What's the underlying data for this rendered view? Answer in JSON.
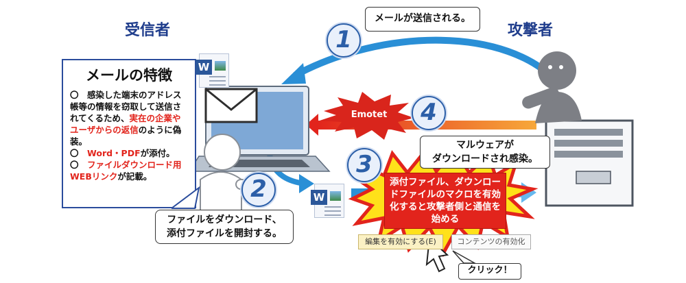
{
  "roles": {
    "receiver": "受信者",
    "attacker": "攻撃者"
  },
  "mail_features": {
    "title": "メールの特徴",
    "item1_a": "〇　感染した端末のアドレス帳等の情報を窃取して送信されてくるため、",
    "item1_b": "実在の企業やユーザからの返信",
    "item1_c": "のように偽装。",
    "item2_a": "〇　",
    "item2_b": "Word・PDF",
    "item2_c": "が添付。",
    "item3_a": "〇　",
    "item3_b": "ファイルダウンロード用WEBリンク",
    "item3_c": "が記載。"
  },
  "steps": {
    "step1": {
      "number": "1",
      "bubble": "メールが送信される。"
    },
    "step2": {
      "number": "2",
      "bubble_line1": "ファイルをダウンロード、",
      "bubble_line2": "添付ファイルを開封する。"
    },
    "step3": {
      "number": "3",
      "box": "添付ファイル、ダウンロードファイルのマクロを有効化すると攻撃者側と通信を始める"
    },
    "step4": {
      "number": "4",
      "burst": "Emotet",
      "bubble_line1": "マルウェアが",
      "bubble_line2": "ダウンロードされ感染。"
    }
  },
  "office_bar": {
    "enable_editing": "編集を有効にする(E)",
    "enable_content": "コンテンツの有効化"
  },
  "click_label": "クリック！",
  "icons": {
    "word_letter": "W"
  },
  "colors": {
    "blue_arrow": "#2a8fd6",
    "red_arrow": "#e2241c",
    "frame_blue": "#2a4c9c",
    "number_blue": "#2c5fa8"
  }
}
